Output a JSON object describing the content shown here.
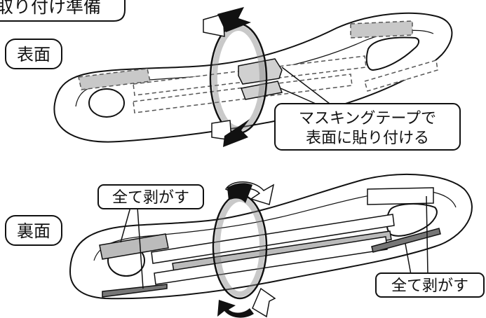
{
  "title": "取り付け準備",
  "front": {
    "side_label": "表面",
    "callout_line1": "マスキングテープで",
    "callout_line2": "表面に貼り付ける"
  },
  "back": {
    "side_label": "裏面",
    "callout_left": "全て剥がす",
    "callout_right": "全て剥がす"
  }
}
